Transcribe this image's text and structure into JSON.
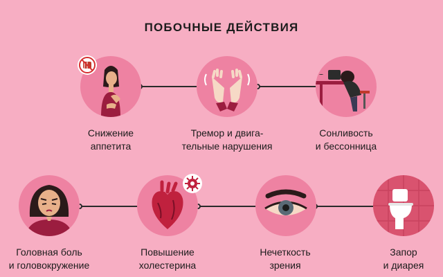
{
  "title": "ПОБОЧНЫЕ ДЕЙСТВИЯ",
  "colors": {
    "background": "#f7aec3",
    "circle": "#ee82a2",
    "accent": "#9b1d3f",
    "line": "#2a2a2a"
  },
  "items": [
    {
      "label": "Снижение\nаппетита",
      "icon": "woman-no-food-icon"
    },
    {
      "label": "Тремор и двига-\nтельные нарушения",
      "icon": "trembling-hands-icon"
    },
    {
      "label": "Сонливость\nи бессонница",
      "icon": "sleeping-at-desk-icon"
    },
    {
      "label": "Головная боль\nи головокружение",
      "icon": "headache-woman-icon"
    },
    {
      "label": "Повышение\nхолестерина",
      "icon": "heart-cholesterol-icon"
    },
    {
      "label": "Нечеткость\nзрения",
      "icon": "eye-icon"
    },
    {
      "label": "Запор\nи диарея",
      "icon": "toilet-icon"
    }
  ]
}
